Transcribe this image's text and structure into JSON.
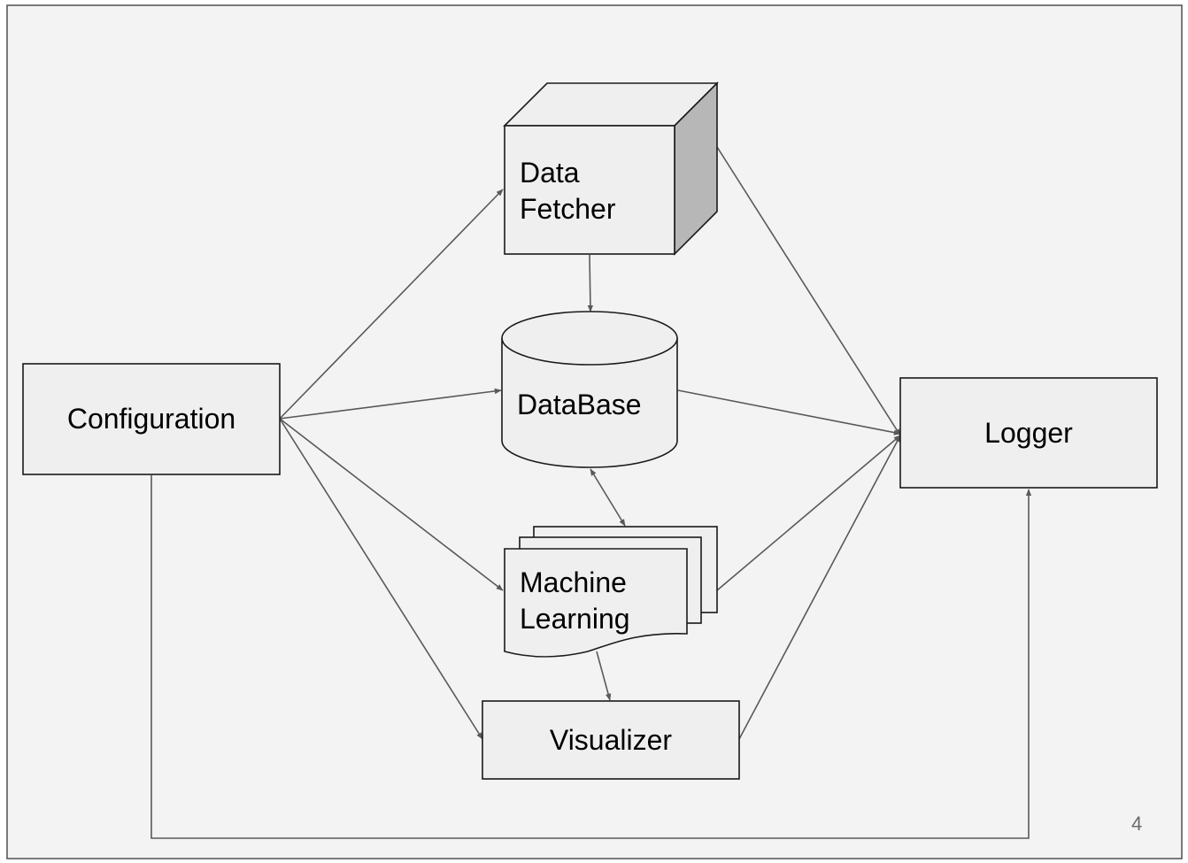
{
  "diagram": {
    "nodes": {
      "configuration": {
        "label": "Configuration",
        "shape": "rectangle"
      },
      "data_fetcher": {
        "label_line1": "Data",
        "label_line2": "Fetcher",
        "shape": "cube"
      },
      "database": {
        "label": "DataBase",
        "shape": "cylinder"
      },
      "machine_learning": {
        "label_line1": "Machine",
        "label_line2": "Learning",
        "shape": "multi-document"
      },
      "visualizer": {
        "label": "Visualizer",
        "shape": "rectangle"
      },
      "logger": {
        "label": "Logger",
        "shape": "rectangle"
      }
    },
    "edges": [
      {
        "from": "Configuration",
        "to": "Data Fetcher"
      },
      {
        "from": "Configuration",
        "to": "DataBase"
      },
      {
        "from": "Configuration",
        "to": "Machine Learning"
      },
      {
        "from": "Configuration",
        "to": "Visualizer"
      },
      {
        "from": "Configuration",
        "to": "Logger"
      },
      {
        "from": "Data Fetcher",
        "to": "DataBase"
      },
      {
        "from": "Data Fetcher",
        "to": "Logger"
      },
      {
        "from": "DataBase",
        "to": "Logger"
      },
      {
        "from": "DataBase",
        "to": "Machine Learning",
        "bidirectional": true
      },
      {
        "from": "Machine Learning",
        "to": "Logger"
      },
      {
        "from": "Machine Learning",
        "to": "Visualizer"
      },
      {
        "from": "Visualizer",
        "to": "Logger"
      }
    ]
  },
  "page_number": "4",
  "colors": {
    "slide_background": "#f3f3f3",
    "node_fill": "#efefef",
    "cube_side": "#b7b7b7",
    "border": "#1a1a1a",
    "edge": "#595959"
  }
}
